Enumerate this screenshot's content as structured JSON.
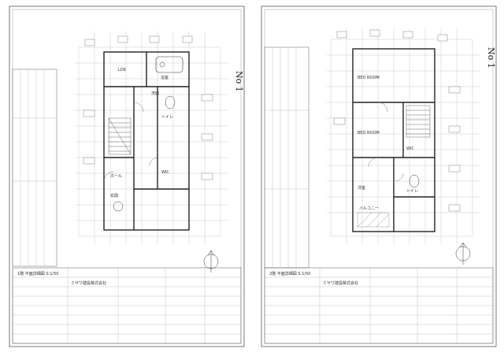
{
  "sheets": [
    {
      "id": "left",
      "page_mark": "No 1",
      "title": "1階 平面詳細図 S:1/50",
      "rooms": [
        "LDK",
        "洗面",
        "浴室",
        "玄関",
        "ホール",
        "WIC",
        "トイレ"
      ],
      "company": "ミサワ建設株式会社"
    },
    {
      "id": "right",
      "page_mark": "No 1",
      "title": "2階 平面詳細図 S:1/50",
      "rooms": [
        "BED ROOM",
        "BED ROOM",
        "WIC",
        "トイレ",
        "洋室",
        "バルコニー"
      ],
      "company": "ミサワ建設株式会社"
    }
  ]
}
